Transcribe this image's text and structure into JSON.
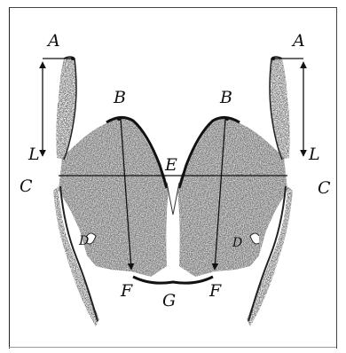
{
  "figure": {
    "labels": {
      "A_left": "A",
      "A_right": "A",
      "B_left": "B",
      "B_right": "B",
      "L_left": "L",
      "L_right": "L",
      "C_left": "C",
      "C_right": "C",
      "E": "E",
      "D_left": "D",
      "D_right": "D",
      "F_left": "F",
      "F_right": "F",
      "G": "G"
    }
  }
}
